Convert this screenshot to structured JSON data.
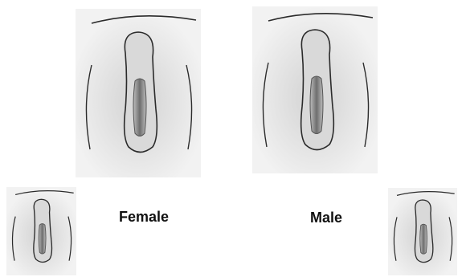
{
  "labels": {
    "female": "Female",
    "male": "Male"
  },
  "illustrations": [
    {
      "id": "female-large",
      "icon": "genital-tubercle-drawing"
    },
    {
      "id": "male-large",
      "icon": "genital-tubercle-drawing"
    },
    {
      "id": "female-small",
      "icon": "genital-tubercle-drawing"
    },
    {
      "id": "male-small",
      "icon": "genital-tubercle-drawing"
    }
  ],
  "colors": {
    "panel_background": "#ececec",
    "outline": "#2b2b2b",
    "shading": "#8a8a8a"
  }
}
